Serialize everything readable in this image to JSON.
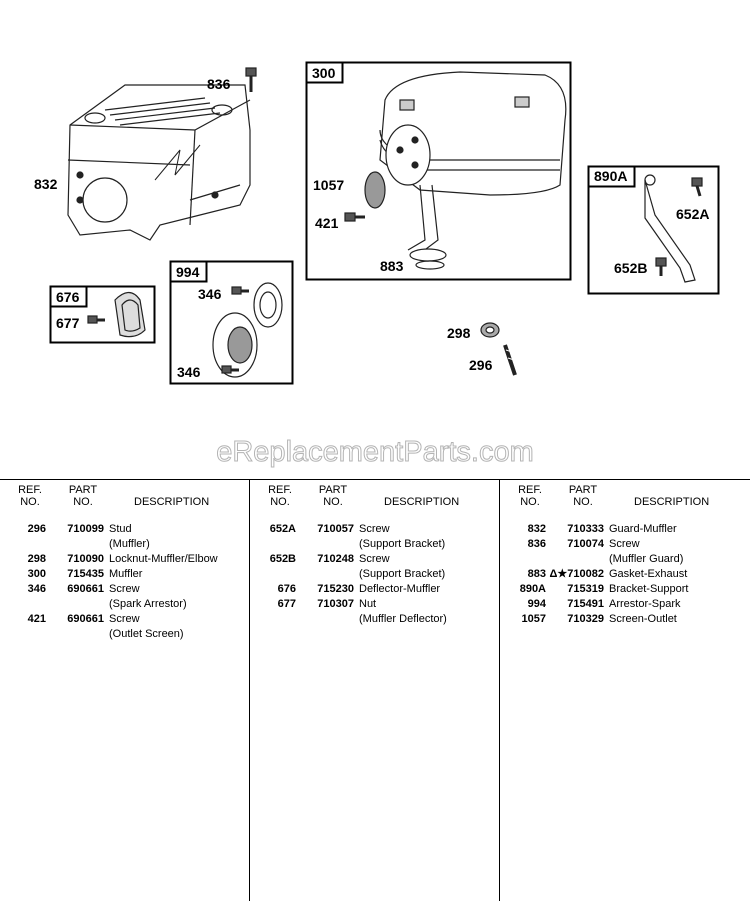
{
  "diagram": {
    "callouts": {
      "c836": "836",
      "c832": "832",
      "c300": "300",
      "c1057": "1057",
      "c421": "421",
      "c883": "883",
      "c890A": "890A",
      "c652A": "652A",
      "c652B": "652B",
      "c994": "994",
      "c346a": "346",
      "c346b": "346",
      "c676": "676",
      "c677": "677",
      "c298": "298",
      "c296": "296"
    },
    "watermark": "eReplacementParts.com"
  },
  "table": {
    "headers": {
      "ref_line1": "REF.",
      "ref_line2": "NO.",
      "part_line1": "PART",
      "part_line2": "NO.",
      "description": "DESCRIPTION"
    },
    "columns": [
      {
        "rows": [
          {
            "ref": "296",
            "part": "710099",
            "desc": "Stud"
          },
          {
            "ref": "",
            "part": "",
            "desc": "(Muffler)"
          },
          {
            "ref": "298",
            "part": "710090",
            "desc": "Locknut-Muffler/Elbow"
          },
          {
            "ref": "300",
            "part": "715435",
            "desc": "Muffler"
          },
          {
            "ref": "346",
            "part": "690661",
            "desc": "Screw"
          },
          {
            "ref": "",
            "part": "",
            "desc": "(Spark Arrestor)"
          },
          {
            "ref": "421",
            "part": "690661",
            "desc": "Screw"
          },
          {
            "ref": "",
            "part": "",
            "desc": "(Outlet Screen)"
          }
        ]
      },
      {
        "rows": [
          {
            "ref": "652A",
            "part": "710057",
            "desc": "Screw"
          },
          {
            "ref": "",
            "part": "",
            "desc": "(Support Bracket)"
          },
          {
            "ref": "652B",
            "part": "710248",
            "desc": "Screw"
          },
          {
            "ref": "",
            "part": "",
            "desc": "(Support Bracket)"
          },
          {
            "ref": "676",
            "part": "715230",
            "desc": "Deflector-Muffler"
          },
          {
            "ref": "677",
            "part": "710307",
            "desc": "Nut"
          },
          {
            "ref": "",
            "part": "",
            "desc": "(Muffler Deflector)"
          }
        ]
      },
      {
        "rows": [
          {
            "ref": "832",
            "part": "710333",
            "desc": "Guard-Muffler"
          },
          {
            "ref": "836",
            "part": "710074",
            "desc": "Screw"
          },
          {
            "ref": "",
            "part": "",
            "desc": "(Muffler Guard)"
          },
          {
            "ref": "883",
            "part": "Δ★710082",
            "desc": "Gasket-Exhaust"
          },
          {
            "ref": "890A",
            "part": "715319",
            "desc": "Bracket-Support"
          },
          {
            "ref": "994",
            "part": "715491",
            "desc": "Arrestor-Spark"
          },
          {
            "ref": "1057",
            "part": "710329",
            "desc": "Screen-Outlet"
          }
        ]
      }
    ]
  }
}
